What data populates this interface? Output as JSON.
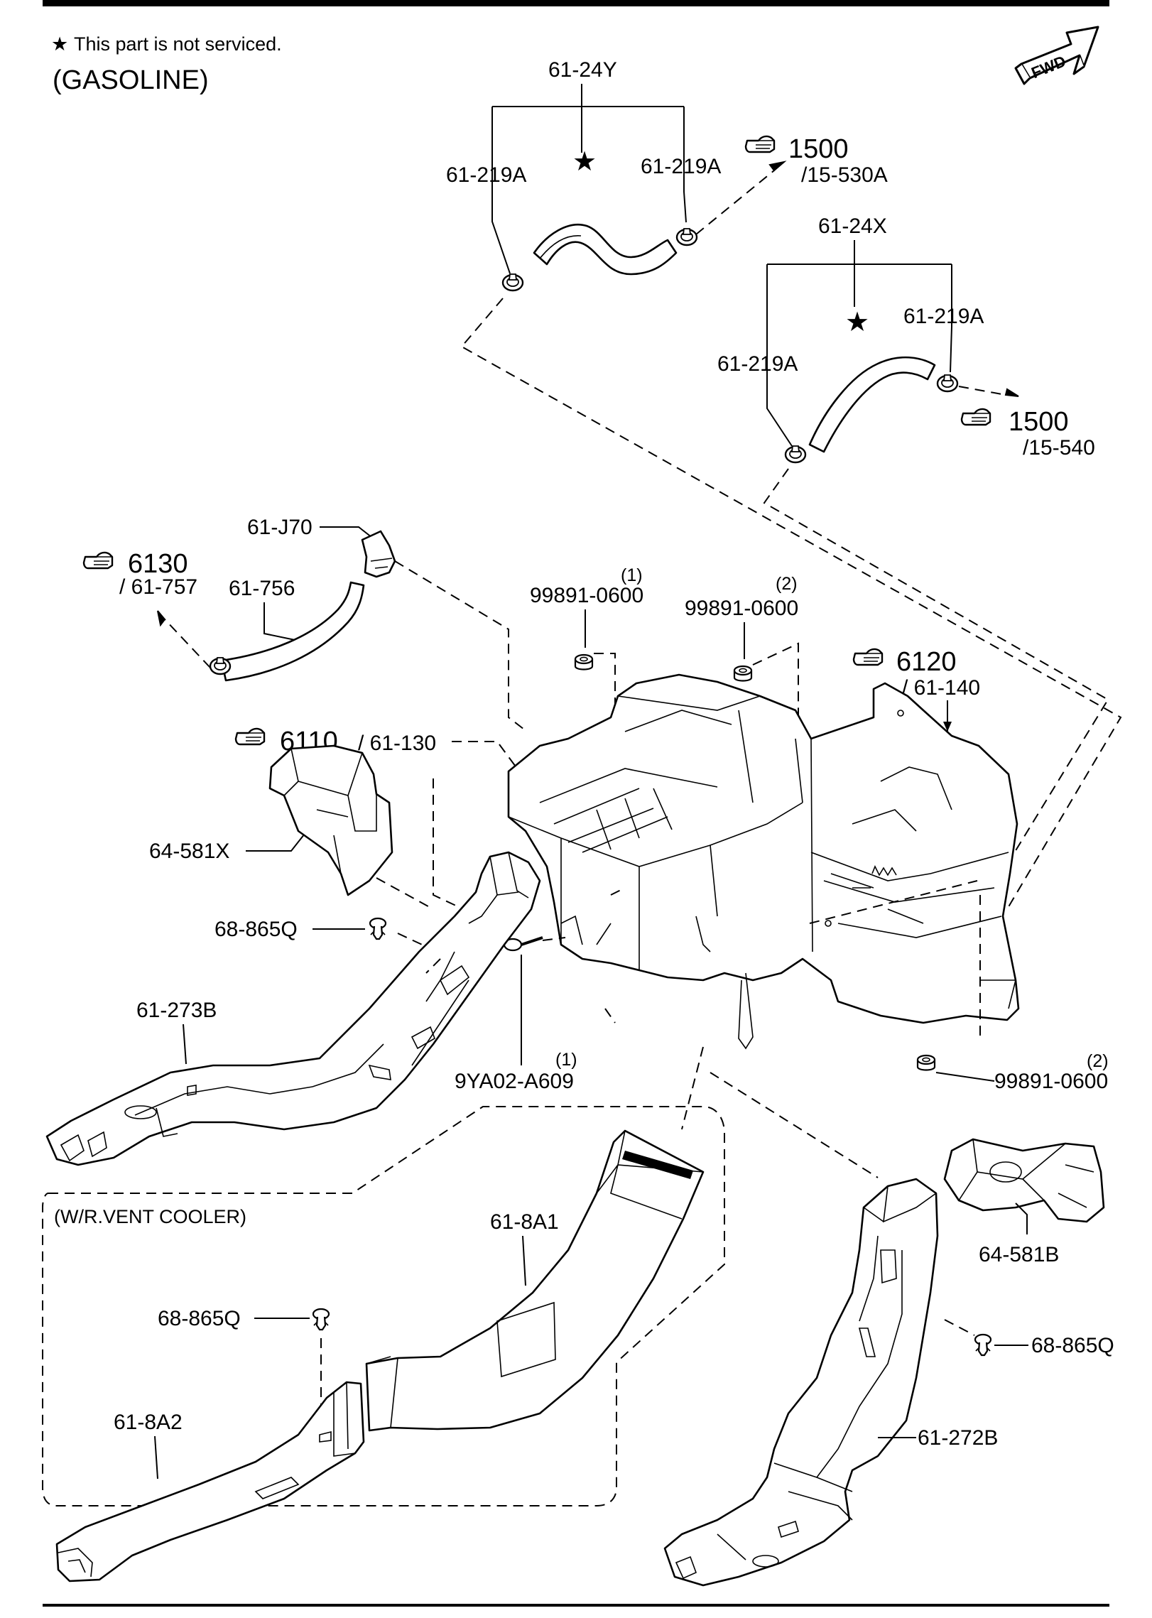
{
  "header": {
    "note_symbol": "★",
    "note_text": "This part is not serviced.",
    "variant": "(GASOLINE)",
    "fwd_label": "FWD"
  },
  "callouts": {
    "c_61_24Y": "61-24Y",
    "c_61_219A_1": "61-219A",
    "c_61_219A_2": "61-219A",
    "c_61_24X": "61-24X",
    "c_61_219A_3": "61-219A",
    "c_61_219A_4": "61-219A",
    "c_61_J70": "61-J70",
    "c_61_756": "61-756",
    "c_99891_1": "99891-0600",
    "c_99891_1_qty": "(1)",
    "c_99891_2": "99891-0600",
    "c_99891_2_qty": "(2)",
    "c_64_581X": "64-581X",
    "c_68_865Q_1": "68-865Q",
    "c_61_273B": "61-273B",
    "c_9YA02": "9YA02-A609",
    "c_9YA02_qty": "(1)",
    "c_99891_3": "99891-0600",
    "c_99891_3_qty": "(2)",
    "c_61_8A1": "61-8A1",
    "c_68_865Q_2": "68-865Q",
    "c_61_8A2": "61-8A2",
    "c_64_581B": "64-581B",
    "c_68_865Q_3": "68-865Q",
    "c_61_272B": "61-272B"
  },
  "references": {
    "ref_1500_a": {
      "page": "1500",
      "sub": "/15-530A"
    },
    "ref_1500_b": {
      "page": "1500",
      "sub": "/15-540"
    },
    "ref_6130": {
      "page": "6130",
      "sub": "/ 61-757"
    },
    "ref_6120": {
      "page": "6120",
      "sub": "/ 61-140"
    },
    "ref_6110": {
      "page": "6110",
      "sub": "/ 61-130"
    }
  },
  "group_box": {
    "label": "(W/R.VENT COOLER)"
  },
  "stars": [
    "★",
    "★"
  ],
  "colors": {
    "line": "#000000",
    "background": "#ffffff"
  },
  "icons": [
    "pointing-hand-icon",
    "fwd-arrow-icon",
    "star-icon"
  ]
}
